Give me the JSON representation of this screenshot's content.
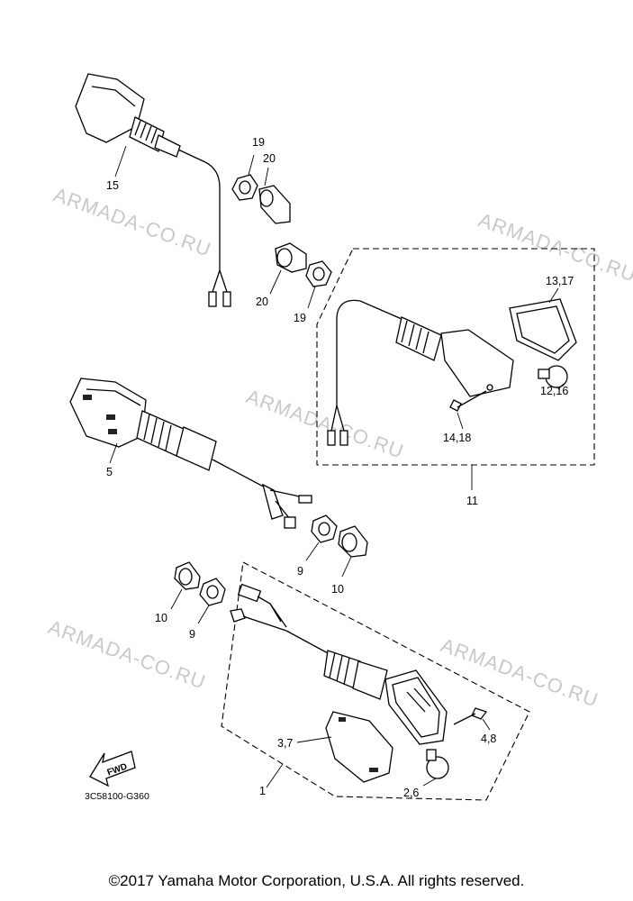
{
  "watermarks": [
    "ARMADA-CO.RU",
    "ARMADA-CO.RU",
    "ARMADA-CO.RU",
    "ARMADA-CO.RU",
    "ARMADA-CO.RU"
  ],
  "callouts": {
    "c15": "15",
    "c19a": "19",
    "c20a": "20",
    "c20b": "20",
    "c19b": "19",
    "c13_17": "13,17",
    "c12_16": "12,16",
    "c14_18": "14,18",
    "c11": "11",
    "c5": "5",
    "c9a": "9",
    "c10a": "10",
    "c10b": "10",
    "c9b": "9",
    "c4_8": "4,8",
    "c3_7": "3,7",
    "c1": "1",
    "c2_6": "2,6"
  },
  "fwd_label": "FWD",
  "diagram_code": "3C58100-G360",
  "copyright": "©2017 Yamaha Motor Corporation, U.S.A. All rights reserved."
}
